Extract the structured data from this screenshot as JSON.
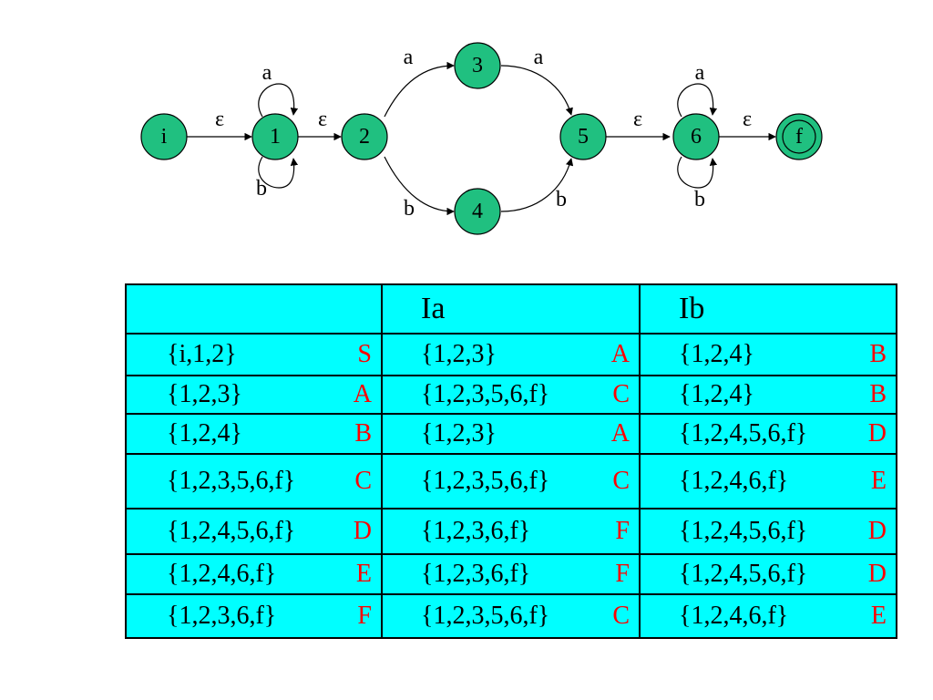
{
  "diagram": {
    "node_color": "#20c080",
    "nodes": [
      {
        "id": "i",
        "label": "i"
      },
      {
        "id": "1",
        "label": "1"
      },
      {
        "id": "2",
        "label": "2"
      },
      {
        "id": "3",
        "label": "3"
      },
      {
        "id": "4",
        "label": "4"
      },
      {
        "id": "5",
        "label": "5"
      },
      {
        "id": "6",
        "label": "6"
      },
      {
        "id": "f",
        "label": "f",
        "accepting": true
      }
    ],
    "edges": [
      {
        "from": "i",
        "to": "1",
        "label": "ε"
      },
      {
        "from": "1",
        "to": "1",
        "label": "a"
      },
      {
        "from": "1",
        "to": "1",
        "label": "b"
      },
      {
        "from": "1",
        "to": "2",
        "label": "ε"
      },
      {
        "from": "2",
        "to": "3",
        "label": "a"
      },
      {
        "from": "2",
        "to": "4",
        "label": "b"
      },
      {
        "from": "3",
        "to": "5",
        "label": "a"
      },
      {
        "from": "4",
        "to": "5",
        "label": "b"
      },
      {
        "from": "5",
        "to": "6",
        "label": "ε"
      },
      {
        "from": "6",
        "to": "6",
        "label": "a"
      },
      {
        "from": "6",
        "to": "6",
        "label": "b"
      },
      {
        "from": "6",
        "to": "f",
        "label": "ε"
      }
    ]
  },
  "table": {
    "background": "#00ffff",
    "label_color": "#ff0000",
    "headers": [
      "",
      "Ia",
      "Ib"
    ],
    "rows": [
      {
        "set": "{i,1,2}",
        "name": "S",
        "ia": "{1,2,3}",
        "ia_name": "A",
        "ib": "{1,2,4}",
        "ib_name": "B"
      },
      {
        "set": "{1,2,3}",
        "name": "A",
        "ia": "{1,2,3,5,6,f}",
        "ia_name": "C",
        "ib": "{1,2,4}",
        "ib_name": "B"
      },
      {
        "set": "{1,2,4}",
        "name": "B",
        "ia": "{1,2,3}",
        "ia_name": "A",
        "ib": "{1,2,4,5,6,f}",
        "ib_name": "D"
      },
      {
        "set": "{1,2,3,5,6,f}",
        "name": "C",
        "ia": "{1,2,3,5,6,f}",
        "ia_name": "C",
        "ib": "{1,2,4,6,f}",
        "ib_name": "E"
      },
      {
        "set": "{1,2,4,5,6,f}",
        "name": "D",
        "ia": "{1,2,3,6,f}",
        "ia_name": "F",
        "ib": "{1,2,4,5,6,f}",
        "ib_name": "D"
      },
      {
        "set": "{1,2,4,6,f}",
        "name": "E",
        "ia": "{1,2,3,6,f}",
        "ia_name": "F",
        "ib": "{1,2,4,5,6,f}",
        "ib_name": "D"
      },
      {
        "set": "{1,2,3,6,f}",
        "name": "F",
        "ia": "{1,2,3,5,6,f}",
        "ia_name": "C",
        "ib": "{1,2,4,6,f}",
        "ib_name": "E"
      }
    ]
  }
}
